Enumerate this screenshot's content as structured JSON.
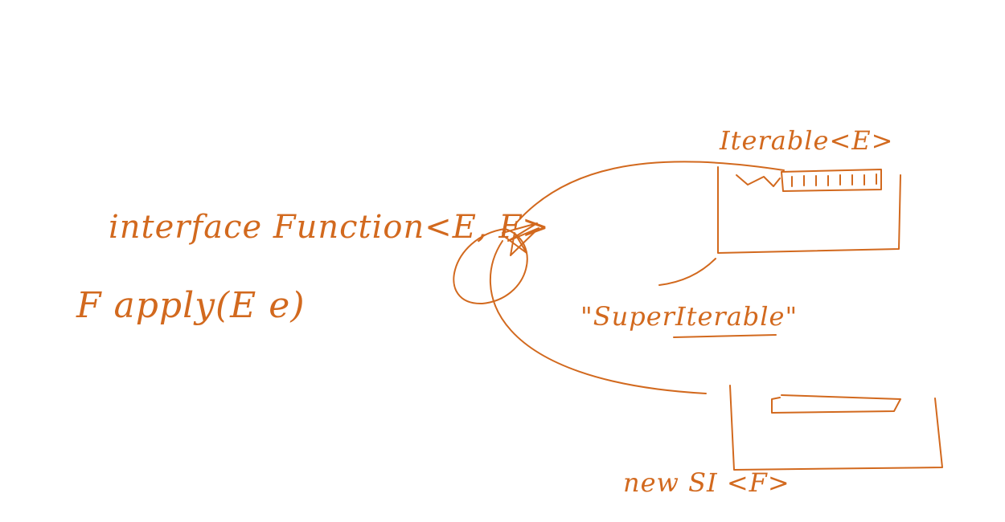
{
  "colors": {
    "background": "#ffffff",
    "ink": "#d2691e"
  },
  "notes": {
    "interface_decl": "interface Function<E, F>",
    "method_sig": "F apply(E e)",
    "iterable_label": "Iterable<E>",
    "super_label": "\"SuperIterable\"",
    "new_label": "new SI <F>"
  }
}
